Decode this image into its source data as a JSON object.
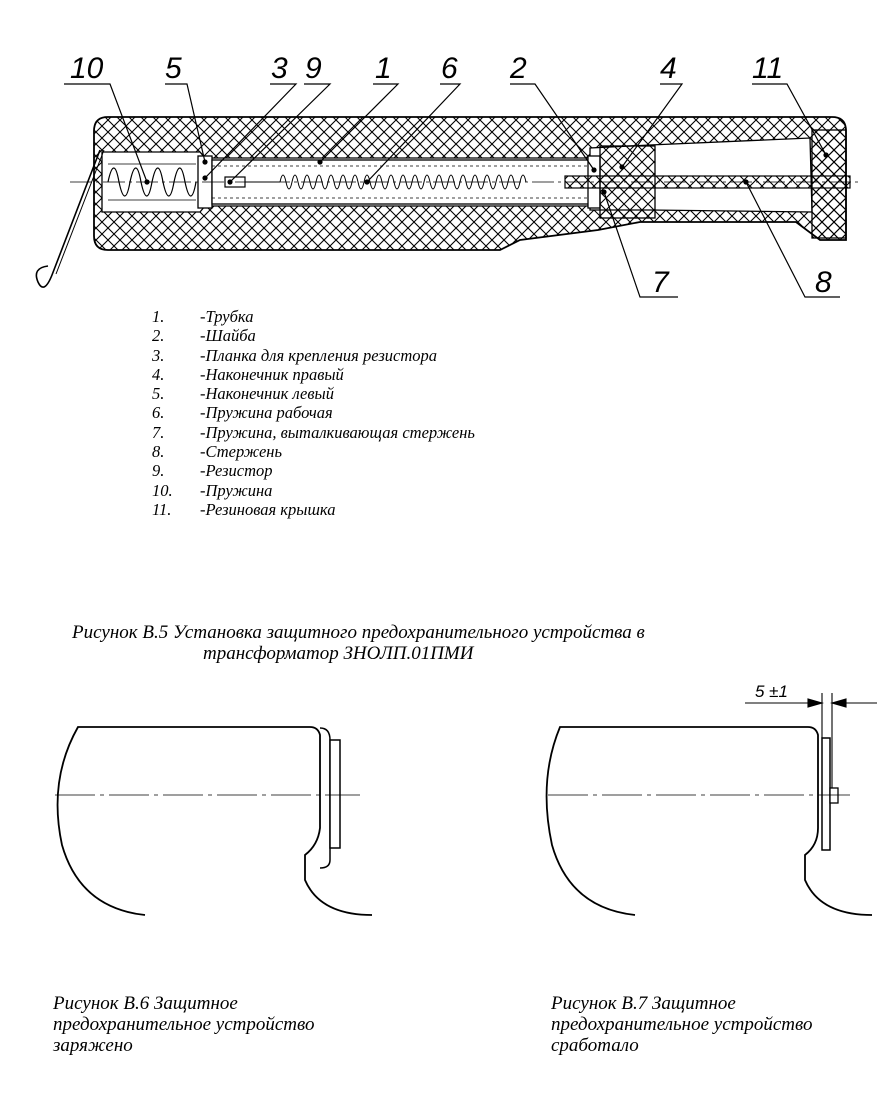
{
  "figure5": {
    "callouts": [
      {
        "id": "c10",
        "label": "10"
      },
      {
        "id": "c5",
        "label": "5"
      },
      {
        "id": "c3",
        "label": "3"
      },
      {
        "id": "c9",
        "label": "9"
      },
      {
        "id": "c1",
        "label": "1"
      },
      {
        "id": "c6",
        "label": "6"
      },
      {
        "id": "c2",
        "label": "2"
      },
      {
        "id": "c4",
        "label": "4"
      },
      {
        "id": "c11",
        "label": "11"
      },
      {
        "id": "c7",
        "label": "7"
      },
      {
        "id": "c8",
        "label": "8"
      }
    ],
    "legend": [
      {
        "num": "1.",
        "text": "-Трубка"
      },
      {
        "num": "2.",
        "text": "-Шайба"
      },
      {
        "num": "3.",
        "text": "-Планка для крепления резистора"
      },
      {
        "num": "4.",
        "text": "-Наконечник правый"
      },
      {
        "num": "5.",
        "text": "-Наконечник левый"
      },
      {
        "num": "6.",
        "text": "-Пружина рабочая"
      },
      {
        "num": "7.",
        "text": "-Пружина, выталкивающая стержень"
      },
      {
        "num": "8.",
        "text": "-Стержень"
      },
      {
        "num": "9.",
        "text": "-Резистор"
      },
      {
        "num": "10.",
        "text": "-Пружина"
      },
      {
        "num": "11.",
        "text": "-Резиновая крышка"
      }
    ],
    "caption_line1": "Рисунок В.5 Установка защитного предохранительного  устройства в",
    "caption_line2": "трансформатор ЗНОЛП.01ПМИ"
  },
  "figure6": {
    "caption_line1": "Рисунок В.6 Защитное",
    "caption_line2": "предохранительное устройство",
    "caption_line3": "заряжено"
  },
  "figure7": {
    "dimension": "5 ±1",
    "caption_line1": "Рисунок В.7 Защитное",
    "caption_line2": "предохранительное устройство",
    "caption_line3": "сработало"
  }
}
